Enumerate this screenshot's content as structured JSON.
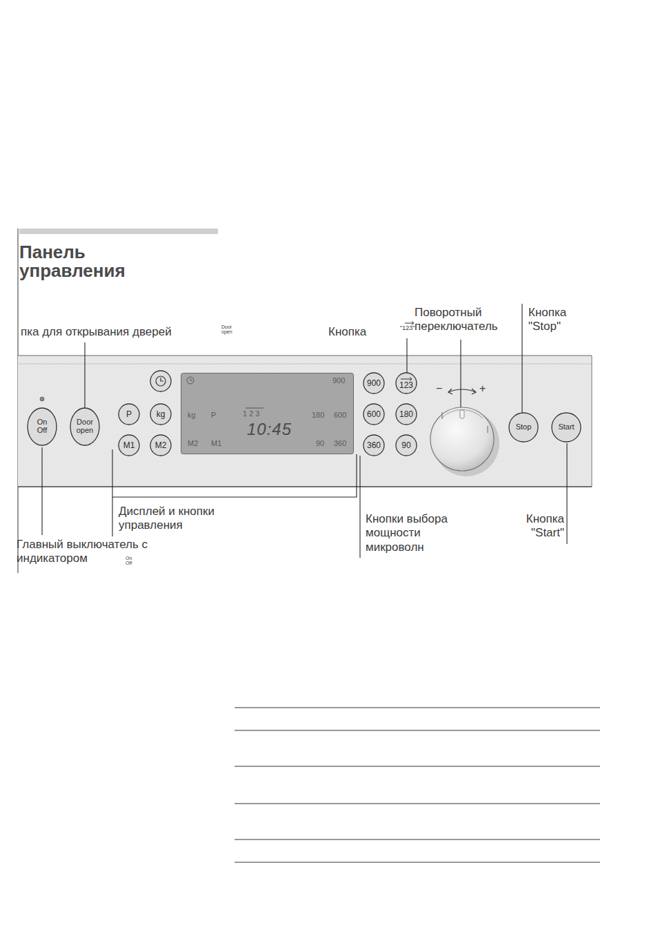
{
  "diagram": {
    "title": "Панель управления",
    "nodes": [
      {
        "text": [
          "On Off"
        ]
      },
      {
        "text": [
          "Door open"
        ]
      },
      {
        "text": [
          "P"
        ]
      },
      {
        "text": [
          "kg"
        ]
      },
      {
        "text": [
          "M1"
        ]
      },
      {
        "text": [
          "M2"
        ]
      },
      {
        "text": [
          "900",
          "kg",
          "P",
          "1 2 3",
          "180",
          "600",
          "10:45",
          "M2",
          "M1",
          "90",
          "360"
        ]
      },
      {
        "text": [
          "900"
        ]
      },
      {
        "text": [
          "123"
        ]
      },
      {
        "text": [
          "600"
        ]
      },
      {
        "text": [
          "180"
        ]
      },
      {
        "text": [
          "360"
        ]
      },
      {
        "text": [
          "90"
        ]
      },
      {
        "text": [
          "Stop"
        ]
      },
      {
        "text": [
          "Start"
        ]
      }
    ],
    "edges": [],
    "labels": [
      "пка для открывания дверей",
      "Door open",
      "Кнопка",
      "\"123\"",
      "Поворотный переключатель",
      "Кнопка \"Stop\"",
      "−",
      "+",
      "Дисплей и кнопки управления",
      "Главный выключатель с индикатором",
      "On Off",
      "Кнопки выбора мощности микроволн",
      "Кнопка \"Start\""
    ]
  }
}
